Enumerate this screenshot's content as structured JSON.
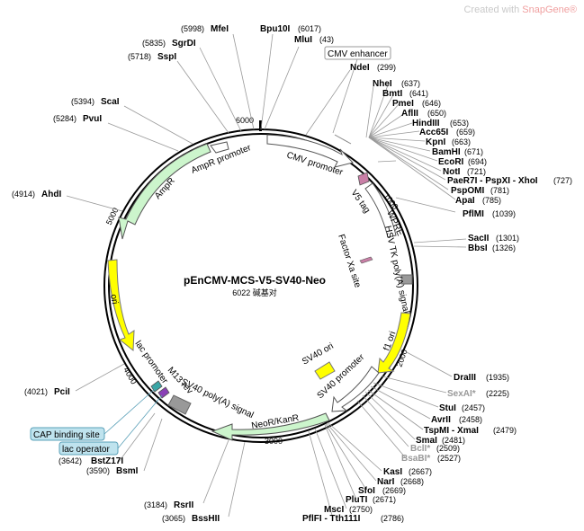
{
  "watermark": {
    "prefix": "Created with ",
    "brand": "SnapGene®"
  },
  "title": "pEnCMV-MCS-V5-SV40-Neo",
  "size_label": "6022 碱基对",
  "ticks": [
    "1000",
    "2000",
    "3000",
    "4000",
    "5000",
    "6000"
  ],
  "sites": [
    {
      "name": "MfeI",
      "pos": "(5998)",
      "style": "normal"
    },
    {
      "name": "SgrDI",
      "pos": "(5835)",
      "style": "normal"
    },
    {
      "name": "SspI",
      "pos": "(5718)",
      "style": "normal"
    },
    {
      "name": "ScaI",
      "pos": "(5394)",
      "style": "normal"
    },
    {
      "name": "PvuI",
      "pos": "(5284)",
      "style": "normal"
    },
    {
      "name": "AhdI",
      "pos": "(4914)",
      "style": "normal"
    },
    {
      "name": "PciI",
      "pos": "(4021)",
      "style": "normal"
    },
    {
      "name": "BstZ17I",
      "pos": "(3642)",
      "style": "normal"
    },
    {
      "name": "BsmI",
      "pos": "(3590)",
      "style": "normal"
    },
    {
      "name": "RsrII",
      "pos": "(3184)",
      "style": "normal"
    },
    {
      "name": "BssHII",
      "pos": "(3065)",
      "style": "normal"
    },
    {
      "name": "Bpu10I",
      "pos": "(6017)",
      "style": "normal"
    },
    {
      "name": "MluI",
      "pos": "(43)",
      "style": "normal"
    },
    {
      "name": "NdeI",
      "pos": "(299)",
      "style": "normal"
    },
    {
      "name": "NheI",
      "pos": "(637)",
      "style": "normal"
    },
    {
      "name": "BmtI",
      "pos": "(641)",
      "style": "normal"
    },
    {
      "name": "PmeI",
      "pos": "(646)",
      "style": "normal"
    },
    {
      "name": "AflII",
      "pos": "(650)",
      "style": "normal"
    },
    {
      "name": "HindIII",
      "pos": "(653)",
      "style": "normal"
    },
    {
      "name": "Acc65I",
      "pos": "(659)",
      "style": "normal"
    },
    {
      "name": "KpnI",
      "pos": "(663)",
      "style": "normal"
    },
    {
      "name": "BamHI",
      "pos": "(671)",
      "style": "normal"
    },
    {
      "name": "EcoRI",
      "pos": "(694)",
      "style": "normal"
    },
    {
      "name": "NotI",
      "pos": "(721)",
      "style": "normal"
    },
    {
      "name": "PaeR7I - PspXI - XhoI",
      "pos": "(727)",
      "style": "normal"
    },
    {
      "name": "PspOMI",
      "pos": "(781)",
      "style": "normal"
    },
    {
      "name": "ApaI",
      "pos": "(785)",
      "style": "normal"
    },
    {
      "name": "PflMI",
      "pos": "(1039)",
      "style": "normal"
    },
    {
      "name": "SacII",
      "pos": "(1301)",
      "style": "normal"
    },
    {
      "name": "BbsI",
      "pos": "(1326)",
      "style": "normal"
    },
    {
      "name": "DraIII",
      "pos": "(1935)",
      "style": "normal"
    },
    {
      "name": "SexAI*",
      "pos": "(2225)",
      "style": "grey"
    },
    {
      "name": "StuI",
      "pos": "(2457)",
      "style": "normal"
    },
    {
      "name": "AvrII",
      "pos": "(2458)",
      "style": "normal"
    },
    {
      "name": "TspMI - XmaI",
      "pos": "(2479)",
      "style": "normal"
    },
    {
      "name": "SmaI",
      "pos": "(2481)",
      "style": "normal"
    },
    {
      "name": "BclI*",
      "pos": "(2509)",
      "style": "grey"
    },
    {
      "name": "BsaBI*",
      "pos": "(2527)",
      "style": "grey"
    },
    {
      "name": "KasI",
      "pos": "(2667)",
      "style": "normal"
    },
    {
      "name": "NarI",
      "pos": "(2668)",
      "style": "normal"
    },
    {
      "name": "SfoI",
      "pos": "(2669)",
      "style": "normal"
    },
    {
      "name": "PluTI",
      "pos": "(2671)",
      "style": "normal"
    },
    {
      "name": "MscI",
      "pos": "(2750)",
      "style": "normal"
    },
    {
      "name": "PflFI - Tth111I",
      "pos": "(2786)",
      "style": "normal"
    }
  ],
  "features": {
    "cmv_enhancer": "CMV enhancer",
    "cmv_promoter": "CMV promoter",
    "v5_tag": "V5 tag",
    "wpre": "WPRE",
    "factor_xa": "Factor Xa site",
    "hsv_tk_polya": "HSV TK poly(A) signal",
    "f1_ori": "f1 ori",
    "sv40_promoter": "SV40 promoter",
    "sv40_ori": "SV40 ori",
    "neor_kanr": "NeoR/KanR",
    "sv40_polya": "SV40 poly(A) signal",
    "m13_rev": "M13 rev",
    "lac_promoter": "lac promoter",
    "ori": "ori",
    "ampr": "AmpR",
    "ampr_promoter": "AmpR promoter",
    "cap_binding_site": "CAP binding site",
    "lac_operator": "lac operator"
  },
  "colors": {
    "ampr_fill": "#ccf5cc",
    "ori_fill": "#ffff00",
    "promoter_fill": "#ffffff",
    "v5_fill": "#c97fa6",
    "blue_box": "#bfe3ee"
  }
}
